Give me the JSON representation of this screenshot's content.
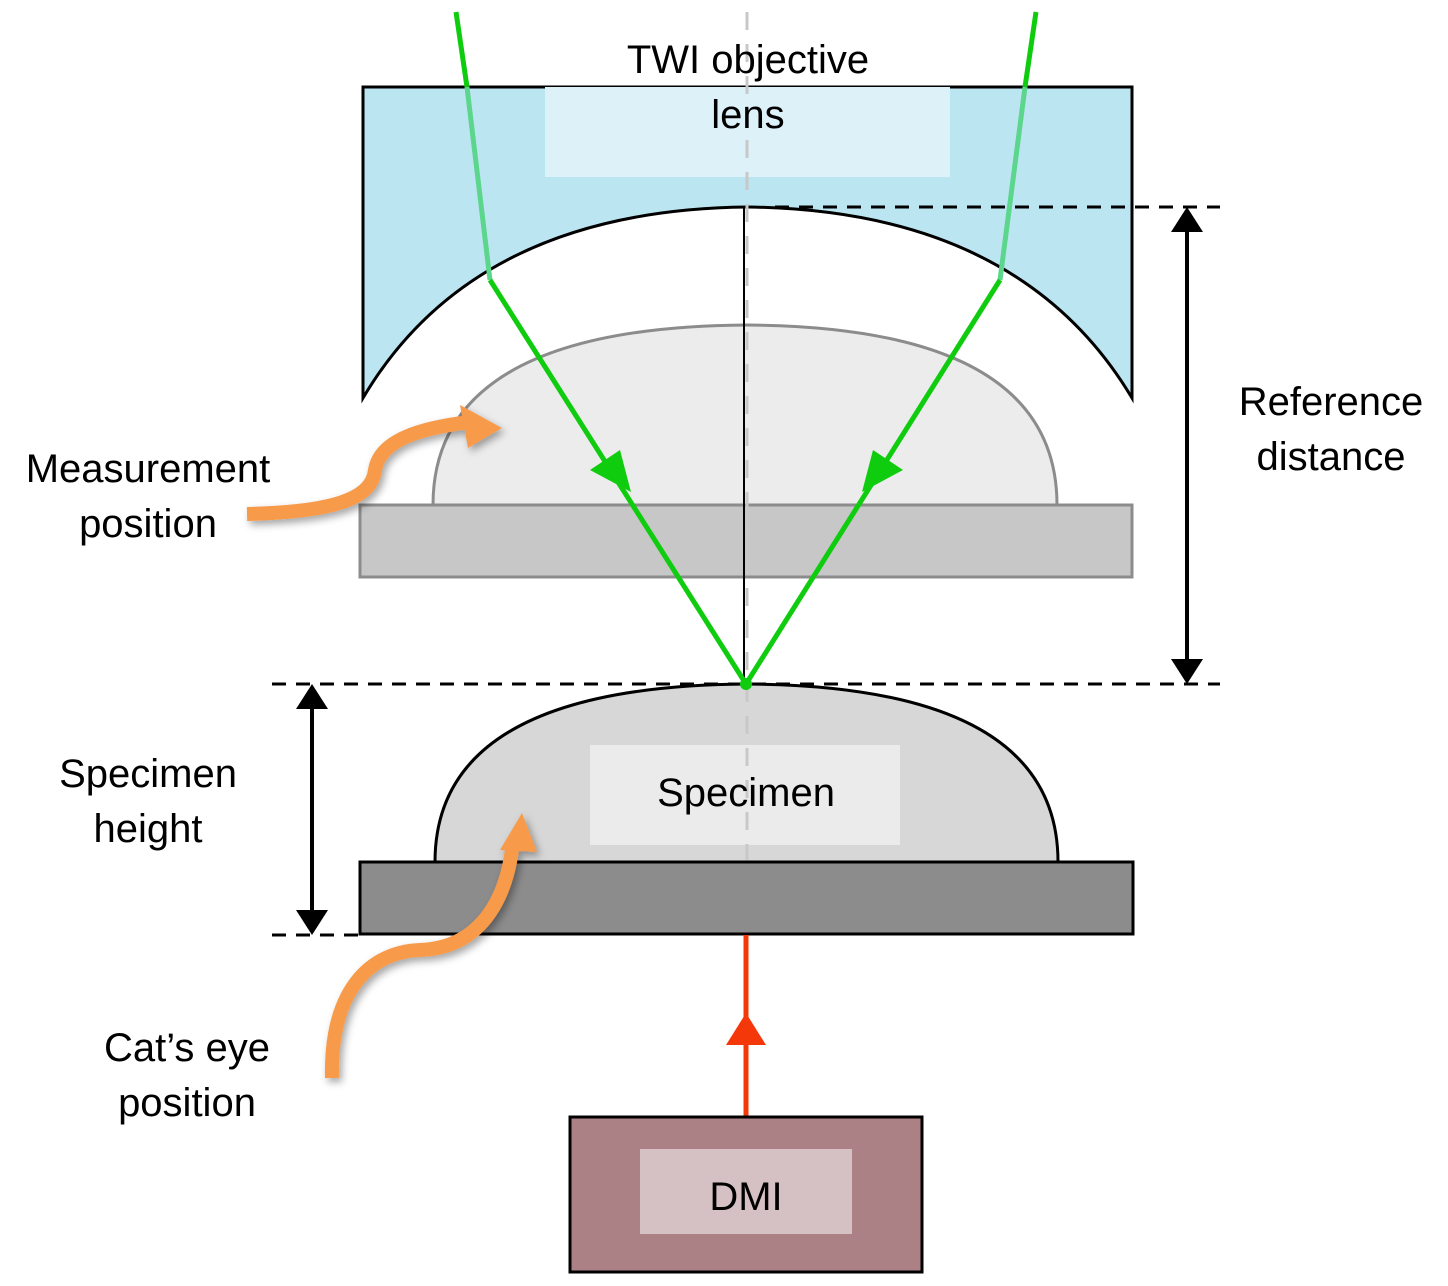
{
  "diagram": {
    "labels": {
      "objective_line1": "TWI objective",
      "objective_line2": "lens",
      "reference_line1": "Reference",
      "reference_line2": "distance",
      "measurement_line1": "Measurement",
      "measurement_line2": "position",
      "specimen_height_line1": "Specimen",
      "specimen_height_line2": "height",
      "specimen": "Specimen",
      "catseye_line1": "Cat’s eye",
      "catseye_line2": "position",
      "dmi": "DMI"
    },
    "colors": {
      "lens_fill": "#bce5f2",
      "lens_label_box": "#ddf1f8",
      "beam_green": "#0fcc0f",
      "beam_green_in_lens": "#5cd68c",
      "dmi_beam_red": "#f5380a",
      "callout_orange": "#f79a4a",
      "specimen_fill": "#d7d7d7",
      "specimen_ghost_fill": "#ececec",
      "stage_fill": "#8c8c8c",
      "stage_ghost_fill": "#c7c7c7",
      "dmi_fill": "#ab8186",
      "dmi_label_box": "#d5c0c3"
    }
  }
}
